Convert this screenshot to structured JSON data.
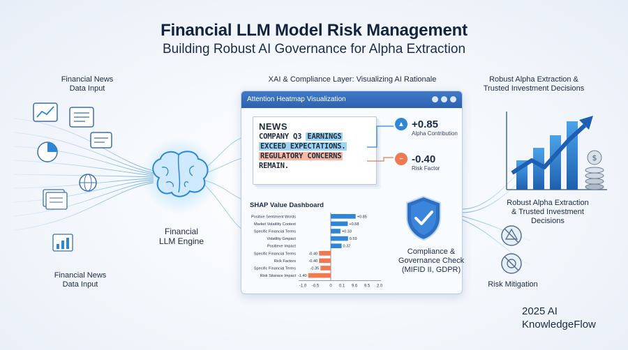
{
  "header": {
    "title": "Financial LLM Model Risk Management",
    "subtitle": "Building Robust AI Governance for Alpha Extraction"
  },
  "left": {
    "top_label_l1": "Financial News",
    "top_label_l2": "Data Input",
    "bottom_label_l1": "Financial News",
    "bottom_label_l2": "Data Input"
  },
  "engine": {
    "label_l1": "Financial",
    "label_l2": "LLM Engine"
  },
  "xai": {
    "section_title": "XAI & Compliance Layer: Visualizing AI Rationale",
    "window_title": "Attention Heatmap Visualization",
    "news": {
      "tag": "NEWS",
      "line1_a": "COMPANY Q3 ",
      "line1_b": "EARNINGS",
      "line2": "EXCEED EXPECTATIONS.",
      "line3": "REGULATORY CONCERNS",
      "line4": "REMAIN."
    },
    "alpha": {
      "value": "+0.85",
      "label": "Alpha Contribution"
    },
    "risk": {
      "value": "-0.40",
      "label": "Risk Factor"
    }
  },
  "chart_data": {
    "type": "bar",
    "title": "SHAP Value Dashboard",
    "categories": [
      "Positive Sentiment Words",
      "Market Volatility Context",
      "Specific Financial Terms",
      "Volatility Gmpact",
      "Positieve Impact",
      "Specific Financial Terms",
      "Rick Factors",
      "Specific Financial Terms",
      "Risk Sitarace Impact"
    ],
    "values": [
      0.85,
      0.58,
      0.33,
      0.59,
      0.37,
      -0.4,
      -0.4,
      -0.35,
      -1.4
    ],
    "value_labels": [
      "+0.85",
      "+0.58",
      "+0.33",
      "0.59",
      "0.37",
      "-0.40",
      "-0.40",
      "-0.35",
      "-1.40"
    ],
    "x_ticks": [
      "-1.0",
      "-0.5",
      "0",
      "0.1",
      "9.6",
      "9.5",
      "2.0"
    ],
    "colors": {
      "positive": "#2f86d6",
      "negative": "#ef7a4f"
    }
  },
  "compliance": {
    "label_l1": "Compliance &",
    "label_l2": "Governance Check",
    "label_l3": "(MIFID II, GDPR)"
  },
  "right": {
    "top_label_l1": "Robust Alpha Extraction &",
    "top_label_l2": "Trusted Investment Decisions",
    "mid_label_l1": "Robust Alpha Extraction",
    "mid_label_l2": "& Trusted Investment",
    "mid_label_l3": "Decisions",
    "risk_label": "Risk Mitigation"
  },
  "footer": {
    "line1": "2025 AI",
    "line2": "KnowledgeFlow"
  },
  "colors": {
    "accent_blue": "#2f86d6",
    "accent_orange": "#ef7a4f",
    "header_blue": "#3f79c9"
  }
}
